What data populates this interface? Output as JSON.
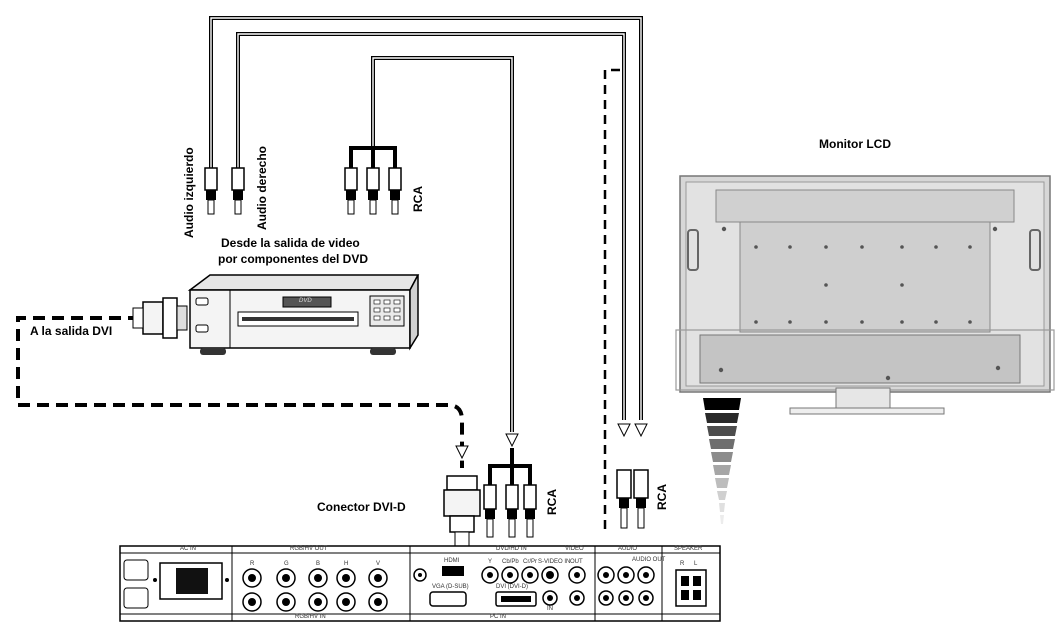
{
  "labels": {
    "monitor": "Monitor LCD",
    "dvd_source_line1": "Desde la salida de video",
    "dvd_source_line2": "por componentes del DVD",
    "dvi_output": "A la salida DVI",
    "dvi_connector": "Conector DVI-D",
    "audio_left": "Audio izquierdo",
    "audio_right": "Audio derecho",
    "rca_top": "RCA",
    "rca_dvd_in": "RCA",
    "rca_audio_in": "RCA",
    "dvd_display": "DVD"
  },
  "panel_labels": {
    "ac_in": "AC IN",
    "rgbhv_out": "RGB/HV OUT",
    "rgbhv_in": "RGB/HV IN",
    "hdmi": "HDMI",
    "vga": "VGA (D-SUB)",
    "dvi": "DVI (DVI-D)",
    "dvd_hd_in": "DVD/HD IN",
    "video": "VIDEO",
    "s_video_in": "S-VIDEO IN",
    "out": "OUT",
    "in": "IN",
    "audio": "AUDIO",
    "audio_out": "AUDIO OUT",
    "speaker": "SPEAKER",
    "pc_in": "PC IN",
    "rgb_letters": [
      "R",
      "G",
      "B",
      "H",
      "V"
    ],
    "component_letters": [
      "Y",
      "Cb/Pb",
      "Cr/Pr"
    ],
    "speaker_letters": [
      "R",
      "L"
    ]
  },
  "colors": {
    "line": "#000000",
    "device_fill": "#f2f2f2",
    "monitor_fill": "#d9d9d9",
    "cable_stroke": "#000000"
  }
}
